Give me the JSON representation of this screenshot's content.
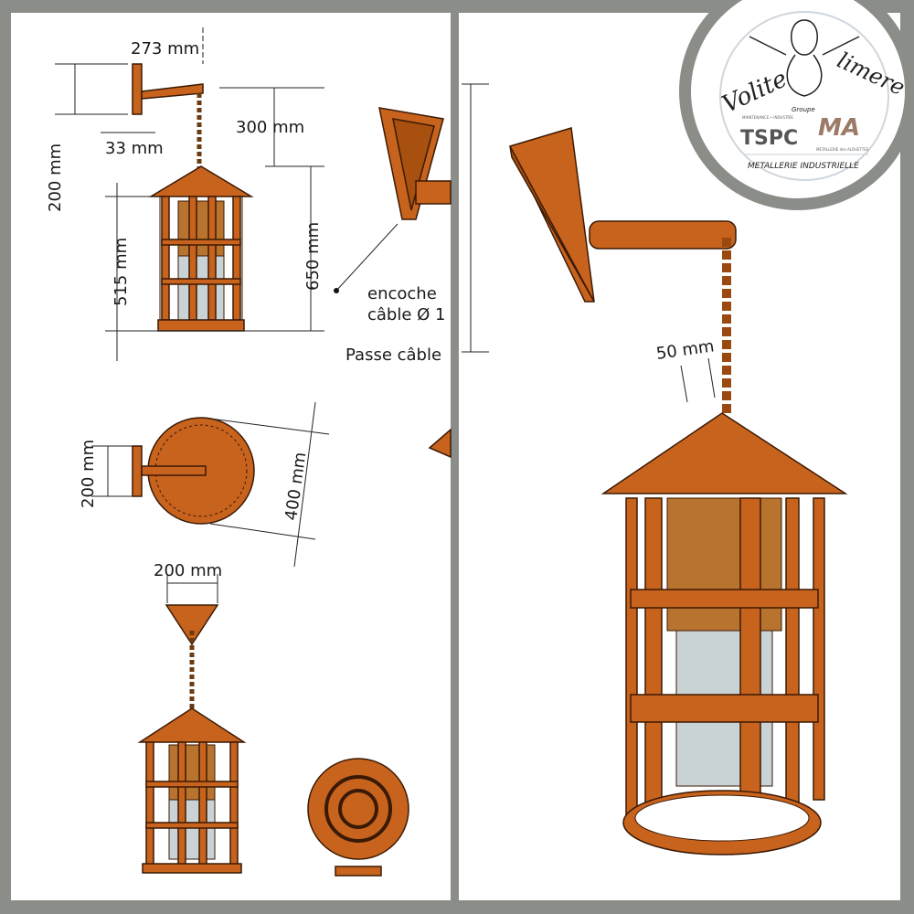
{
  "dimensions": {
    "width_bracket": "273 mm",
    "bracket_height": "200 mm",
    "bracket_offset": "33 mm",
    "chain_length": "300 mm",
    "lantern_body": "515 mm",
    "lantern_total": "650 mm",
    "top_bracket_width": "200 mm",
    "top_diameter": "400 mm",
    "ceiling_plate": "200 mm",
    "chain_link": "50 mm"
  },
  "annotations": {
    "notch_line1": "encoche",
    "notch_line2": "câble Ø 1",
    "cable_pass": "Passe câble"
  },
  "logo": {
    "script_left": "Volite",
    "script_right": "limere",
    "script_small": "Groupe",
    "brand1": "TSPC",
    "brand1_tag": "MAINTENANCE • INDUSTRIE",
    "brand2": "MA",
    "brand2_tag": "METALLERIE des ALOUETTES",
    "tagline": "METALLERIE INDUSTRIELLE"
  },
  "colors": {
    "metal": "#c8631d",
    "frame": "#8b8d89"
  }
}
